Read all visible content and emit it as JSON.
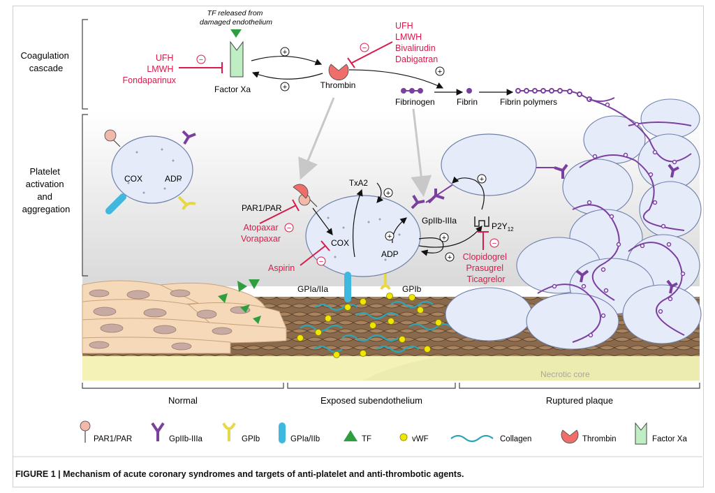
{
  "sections": {
    "coagulation": "Coagulation cascade",
    "platelet": [
      "Platelet",
      "activation",
      "and",
      "aggregation"
    ]
  },
  "tf_note": [
    "TF released from",
    "damaged endothelium"
  ],
  "cascade": {
    "factor_xa": "Factor Xa",
    "thrombin": "Thrombin",
    "fibrinogen": "Fibrinogen",
    "fibrin": "Fibrin",
    "fibrin_polymers": "Fibrin polymers",
    "plus": "+",
    "minus": "−"
  },
  "drugs": {
    "xa_inhibitors": [
      "UFH",
      "LMWH",
      "Fondaparinux"
    ],
    "thrombin_inhibitors": [
      "UFH",
      "LMWH",
      "Bivalirudin",
      "Dabigatran"
    ],
    "par_antagonists": [
      "Atopaxar",
      "Vorapaxar"
    ],
    "cox_inhibitor": "Aspirin",
    "p2y12_inhibitors": [
      "Clopidogrel",
      "Prasugrel",
      "Ticagrelor"
    ]
  },
  "platelet_labels": {
    "cox": "COX",
    "adp": "ADP",
    "txa2": "TxA2",
    "par": "PAR1/PAR",
    "gpiib": "GpIIb-IIIa",
    "p2y12": "P2Y",
    "p2y12_sub": "12",
    "gpia": "GPIa/IIa",
    "gpib": "GPIb"
  },
  "tissue": {
    "necrotic_core": "Necrotic core",
    "normal": "Normal",
    "exposed": "Exposed subendothelium",
    "ruptured": "Ruptured plaque"
  },
  "legend": {
    "par": "PAR1/PAR",
    "gpiib": "GpIIb-IIIa",
    "gpib": "GPIb",
    "gpia": "GPIa/IIb",
    "tf": "TF",
    "vwf": "vWF",
    "collagen": "Collagen",
    "thrombin": "Thrombin",
    "factor_xa": "Factor Xa"
  },
  "caption": {
    "label": "FIGURE 1 | ",
    "text": "Mechanism of acute coronary syndromes and targets of anti-platelet and anti-thrombotic agents."
  },
  "colors": {
    "drug_red": "#d81b4a",
    "platelet_fill": "#e6ebfa",
    "purple": "#7b3fa0",
    "cyan_collagen": "#2aa6b8",
    "vwf_yellow": "#f1e600",
    "tf_green": "#2f9e3f",
    "thrombin_red": "#ef6e6a",
    "factor_xa_green": "#bfeec4",
    "cell_beige": "#f6d9b8"
  }
}
